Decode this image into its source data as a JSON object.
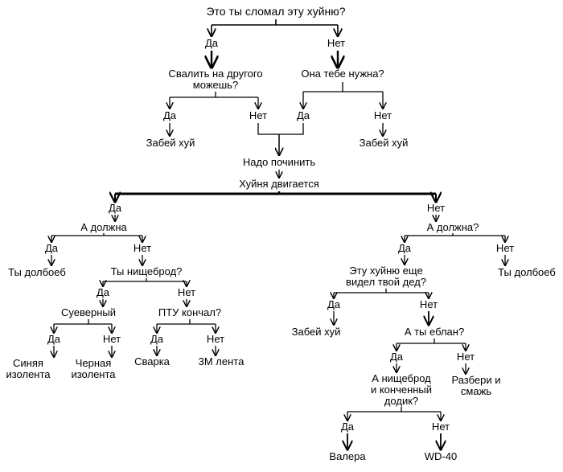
{
  "diagram": {
    "nodes": {
      "root": "Это ты сломал эту хуйню?",
      "n1_yes": "Да",
      "n1_no": "Нет",
      "q_blame": [
        "Свалить на другого",
        "можешь?"
      ],
      "q_need": "Она тебе нужна?",
      "blame_yes": "Да",
      "blame_no": "Нет",
      "need_yes": "Да",
      "need_no": "Нет",
      "forget_1": "Забей хуй",
      "forget_2": "Забей хуй",
      "must_fix": "Надо починить",
      "moves": "Хуйня двигается",
      "moves_yes": "Да",
      "moves_no": "Нет",
      "q_should": "А должна",
      "q_should_q": "А должна?",
      "should_yes": "Да",
      "should_no": "Нет",
      "should2_yes": "Да",
      "should2_no": "Нет",
      "idiot_1": "Ты долбоеб",
      "idiot_2": "Ты долбоеб",
      "q_poor": "Ты нищеброд?",
      "poor_yes": "Да",
      "poor_no": "Нет",
      "q_super": "Суеверный",
      "q_ptu": "ПТУ кончал?",
      "super_yes": "Да",
      "super_no": "Нет",
      "ptu_yes": "Да",
      "ptu_no": "Нет",
      "blue_tape": [
        "Синяя",
        "изолента"
      ],
      "black_tape": [
        "Черная",
        "изолента"
      ],
      "welding": "Сварка",
      "tape_3m": "3М лента",
      "q_grandpa": [
        "Эту хуйню еще",
        "видел твой дед?"
      ],
      "grandpa_yes": "Да",
      "grandpa_no": "Нет",
      "forget_3": "Забей хуй",
      "q_moron": "А ты еблан?",
      "moron_yes": "Да",
      "moron_no": "Нет",
      "q_poor_dodik": [
        "А нищеброд",
        "и конченный",
        "додик?"
      ],
      "disassemble": [
        "Разбери и",
        "смажь"
      ],
      "dodik_yes": "Да",
      "dodik_no": "Нет",
      "valera": "Валера",
      "wd40": "WD-40"
    }
  }
}
